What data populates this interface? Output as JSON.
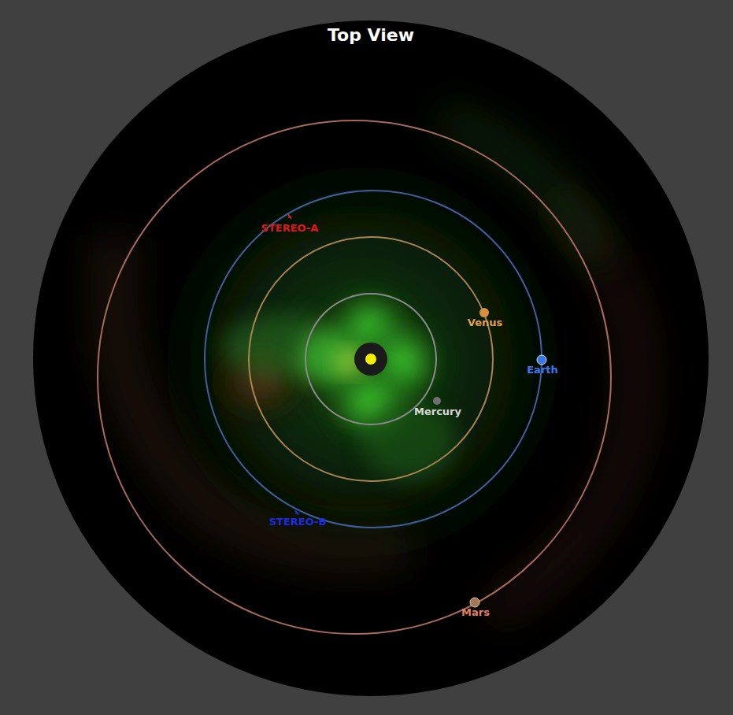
{
  "diagram": {
    "title": "Top View",
    "labels": [
      "STEREO-A",
      "Venus",
      "Earth",
      "Mercury",
      "STEREO-B",
      "Mars"
    ]
  }
}
